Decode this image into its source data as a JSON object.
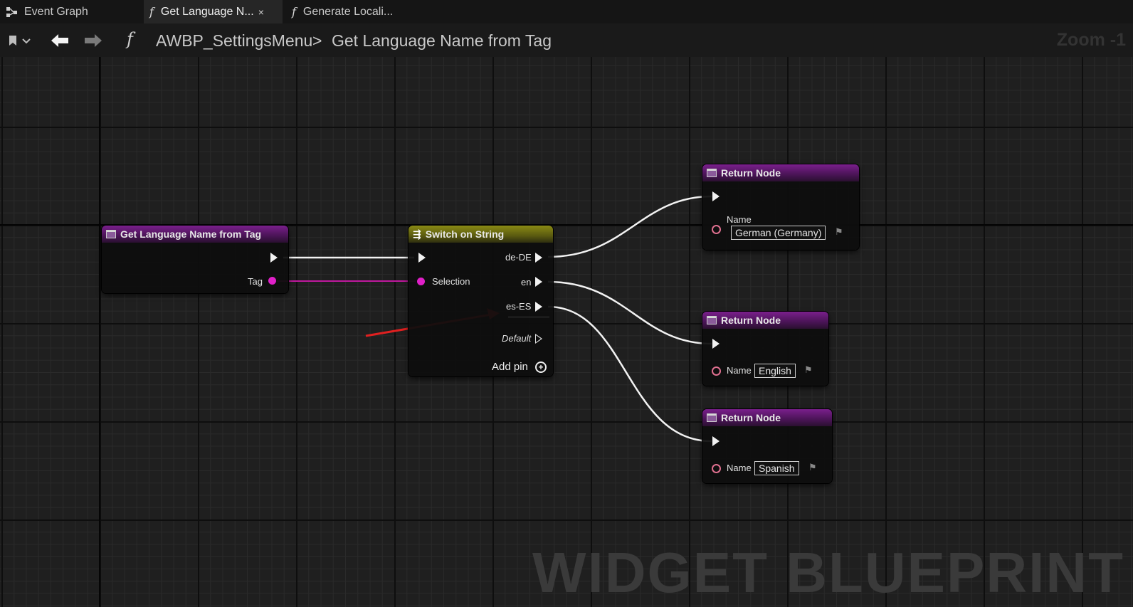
{
  "tabs": [
    {
      "label": "Event Graph",
      "icon": "event-graph-icon"
    },
    {
      "label": "Get Language N...",
      "icon": "function-icon",
      "close": "×"
    },
    {
      "label": "Generate Locali...",
      "icon": "function-icon"
    }
  ],
  "breadcrumb": {
    "blueprint": "AWBP_SettingsMenu",
    "separator": ">",
    "function": "Get Language Name from Tag"
  },
  "zoom": "Zoom -1",
  "watermark": "WIDGET BLUEPRINT",
  "nodes": {
    "entry": {
      "title": "Get Language Name from Tag",
      "tag_label": "Tag"
    },
    "switch": {
      "title": "Switch on String",
      "selection_label": "Selection",
      "cases": [
        "de-DE",
        "en",
        "es-ES"
      ],
      "default_label": "Default",
      "add_pin_label": "Add pin"
    },
    "return_1": {
      "title": "Return Node",
      "name_label": "Name",
      "value": "German (Germany)"
    },
    "return_2": {
      "title": "Return Node",
      "name_label": "Name",
      "value": "English"
    },
    "return_3": {
      "title": "Return Node",
      "name_label": "Name",
      "value": "Spanish"
    }
  },
  "colors": {
    "function_header": "#7a1f8c",
    "switch_header": "#8a8a14",
    "string_pin": "#e020c8",
    "name_pin": "#e07090",
    "annotation_arrow": "#e02020"
  }
}
